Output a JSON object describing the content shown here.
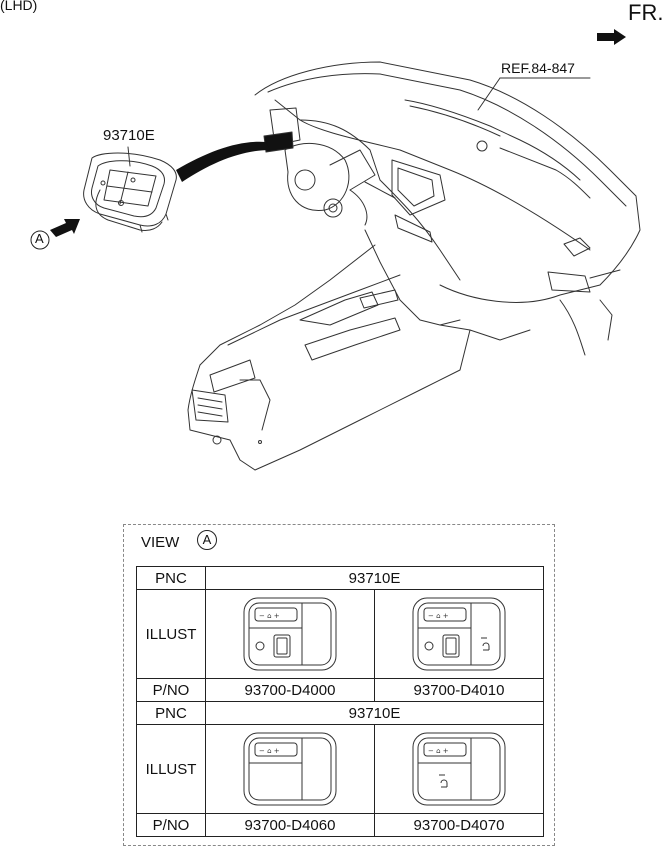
{
  "drawing": {
    "variant_label": "(LHD)",
    "front_label": "FR.",
    "reference_label": "REF.84-847",
    "part_callout": "93710E",
    "view_marker": "A"
  },
  "view_table": {
    "view_label": "VIEW",
    "view_marker": "A",
    "row_labels": {
      "pnc": "PNC",
      "illust": "ILLUST",
      "pno": "P/NO"
    },
    "groups": [
      {
        "pnc": "93710E",
        "part_numbers": [
          "93700-D4000",
          "93700-D4010"
        ]
      },
      {
        "pnc": "93710E",
        "part_numbers": [
          "93700-D4060",
          "93700-D4070"
        ]
      }
    ]
  }
}
